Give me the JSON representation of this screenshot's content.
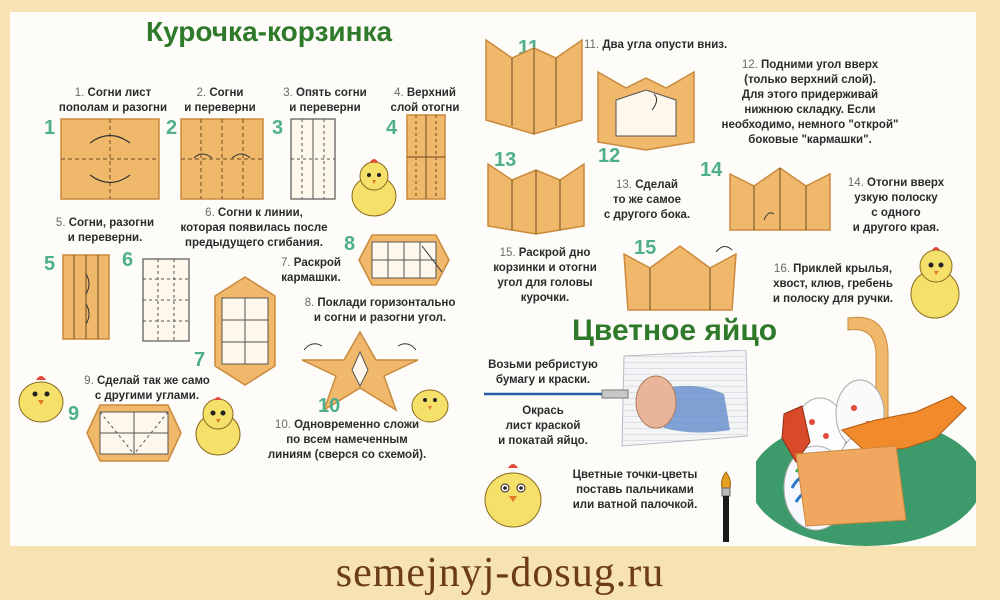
{
  "left_title": "Курочка-корзинка",
  "right_title": "Цветное яйцо",
  "site": "semejnyj-dosug.ru",
  "steps": {
    "s1": {
      "num": "1.",
      "text": "Согни лист\nпополам и разогни"
    },
    "s2": {
      "num": "2.",
      "text": "Согни\nи переверни"
    },
    "s3": {
      "num": "3.",
      "text": "Опять согни\nи переверни"
    },
    "s4": {
      "num": "4.",
      "text": "Верхний\nслой отогни"
    },
    "s5": {
      "num": "5.",
      "text": "Согни, разогни\nи переверни."
    },
    "s6": {
      "num": "6.",
      "text": "Согни к линии,\nкоторая появилась после\nпредыдущего сгибания."
    },
    "s7": {
      "num": "7.",
      "text": "Раскрой\nкармашки."
    },
    "s8": {
      "num": "8.",
      "text": "Поклади горизонтально\nи согни и разогни угол."
    },
    "s9": {
      "num": "9.",
      "text": "Сделай так же само\nс другими углами."
    },
    "s10": {
      "num": "10.",
      "text": "Одновременно сложи\nпо всем намеченным\nлиниям (сверся со схемой)."
    },
    "s11": {
      "num": "11.",
      "text": "Два угла опусти вниз."
    },
    "s12": {
      "num": "12.",
      "text": "Подними угол вверх\n(только верхний слой).\nДля этого придерживай\nнижнюю складку. Если\nнеобходимо, немного \"открой\"\nбоковые \"кармашки\"."
    },
    "s13": {
      "num": "13.",
      "text": "Сделай\nто же самое\nс другого бока."
    },
    "s14": {
      "num": "14.",
      "text": "Отогни вверх\nузкую полоску\nс одного\nи другого края."
    },
    "s15": {
      "num": "15.",
      "text": "Раскрой дно\nкорзинки и отогни\nугол для головы\nкурочки."
    },
    "s16": {
      "num": "16.",
      "text": "Приклей крылья,\nхвост, клюв, гребень\nи полоску для ручки."
    }
  },
  "egg": {
    "e1": "Возьми ребристую\nбумагу и краски.",
    "e2": "Окрась\nлист краской\nи покатай яйцо.",
    "e3": "Цветные точки-цветы\nпоставь пальчиками\nили ватной палочкой."
  },
  "diagram_numbers": [
    "1",
    "2",
    "3",
    "4",
    "5",
    "6",
    "7",
    "8",
    "9",
    "10",
    "11",
    "12",
    "13",
    "14",
    "15"
  ],
  "colors": {
    "paper": "#f0b86a",
    "paper_dark": "#c98a3e",
    "title": "#2f7a2a",
    "number": "#4fae8c",
    "footer": "#6b3b1a",
    "bg": "#f7e2b2"
  }
}
